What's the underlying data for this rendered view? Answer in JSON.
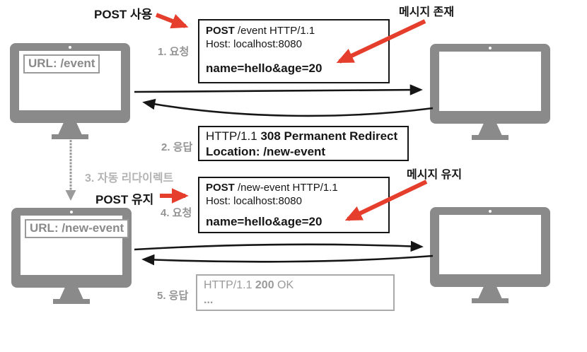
{
  "colors": {
    "monitor_gray": "#8a8a8a",
    "label_gray": "#949494",
    "light_gray": "#b3b3b3",
    "arrow_red": "#e53e2c",
    "ink": "#161616"
  },
  "annotations": {
    "post_use": "POST 사용",
    "message_exists": "메시지 존재",
    "auto_redirect": "3. 자동 리다이렉트",
    "post_keep": "POST 유지",
    "message_keep": "메시지 유지"
  },
  "step_labels": {
    "step1": "1. 요청",
    "step2": "2. 응답",
    "step4": "4. 요청",
    "step5": "5. 응답"
  },
  "client_before": {
    "url": "URL: /event"
  },
  "client_after": {
    "url": "URL: /new-event"
  },
  "request1": {
    "method": "POST",
    "request_line_rest": " /event HTTP/1.1",
    "host": "Host: localhost:8080",
    "body": "name=hello&age=20"
  },
  "response2": {
    "version": "HTTP/1.1 ",
    "status": "308 Permanent Redirect",
    "location": "Location: /new-event"
  },
  "request4": {
    "method": "POST",
    "request_line_rest": " /new-event HTTP/1.1",
    "host": "Host: localhost:8080",
    "body": "name=hello&age=20"
  },
  "response5": {
    "version": "HTTP/1.1 ",
    "status": "200",
    "reason": " OK",
    "body": "..."
  }
}
